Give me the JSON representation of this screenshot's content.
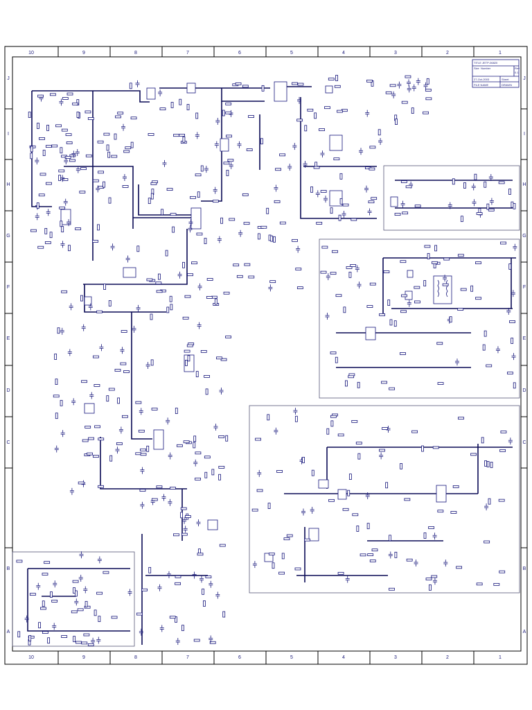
{
  "sheet": {
    "columns_top": [
      "10",
      "9",
      "8",
      "7",
      "6",
      "5",
      "4",
      "3",
      "2",
      "1"
    ],
    "columns_bottom": [
      "10",
      "9",
      "8",
      "7",
      "6",
      "5",
      "4",
      "3",
      "2",
      "1"
    ],
    "rows_left": [
      "J",
      "I",
      "H",
      "G",
      "F",
      "E",
      "D",
      "C",
      "B",
      "A"
    ],
    "rows_right": [
      "J",
      "I",
      "H",
      "G",
      "F",
      "E",
      "D",
      "C",
      "B",
      "A"
    ]
  },
  "title_block": {
    "title": "TITLE  JETP-06820",
    "size_label": "Size",
    "number_label": "Number",
    "rev_label": "Rev",
    "rev_value": "0.1",
    "date_label": "27-Oct-2003",
    "sheet_label": "Sheet",
    "file_label": "FILE NAME",
    "drawn_label": "DRAWN"
  },
  "colors": {
    "wire": "#14147a",
    "frame": "#000000",
    "block_border": "#555577"
  }
}
